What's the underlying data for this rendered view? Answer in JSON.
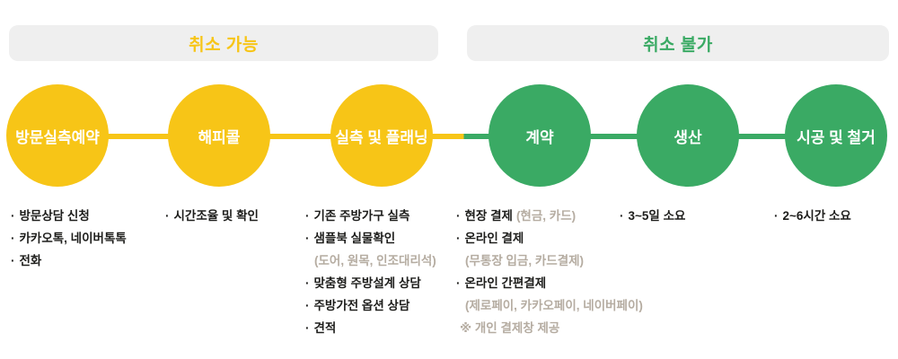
{
  "colors": {
    "yellow": "#F7C517",
    "green": "#3AAA64",
    "bar_bg": "#EFEFEF",
    "note_gray": "#B5ACA1",
    "text_dark": "#1D1D1B"
  },
  "headers": {
    "cancellable": {
      "label": "취소 가능"
    },
    "non_cancellable": {
      "label": "취소 불가"
    }
  },
  "steps": [
    {
      "title": "방문실측예약",
      "items": [
        {
          "text": "방문상담 신청"
        },
        {
          "text": "카카오톡, 네이버톡톡"
        },
        {
          "text": "전화"
        }
      ]
    },
    {
      "title": "해피콜",
      "items": [
        {
          "text": "시간조율 및 확인"
        }
      ]
    },
    {
      "title": "실측 및 플래닝",
      "items": [
        {
          "text": "기존 주방가구 실측"
        },
        {
          "text": "샘플북 실물확인"
        },
        {
          "text": "(도어, 원목, 인조대리석)",
          "kind": "note"
        },
        {
          "text": "맞춤형 주방설계 상담"
        },
        {
          "text": "주방가전 옵션 상담"
        },
        {
          "text": "견적"
        }
      ]
    },
    {
      "title": "계약",
      "items": [
        {
          "text": "현장 결제",
          "suffix": "(현금, 카드)"
        },
        {
          "text": "온라인 결제"
        },
        {
          "text": "(무통장 입금, 카드결제)",
          "kind": "note"
        },
        {
          "text": "온라인 간편결제"
        },
        {
          "text": "(제로페이, 카카오페이, 네이버페이)",
          "kind": "note"
        },
        {
          "text": "※ 개인 결제창 제공",
          "kind": "ref"
        }
      ]
    },
    {
      "title": "생산",
      "items": [
        {
          "text": "3~5일 소요"
        }
      ]
    },
    {
      "title": "시공 및 철거",
      "items": [
        {
          "text": "2~6시간 소요"
        }
      ]
    }
  ]
}
